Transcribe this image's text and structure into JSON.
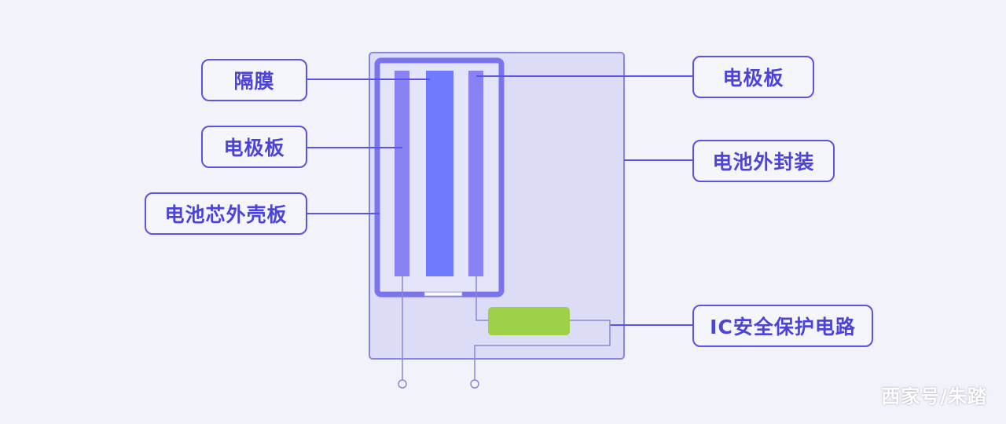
{
  "labels": {
    "separator": "隔膜",
    "electrode_left": "电极板",
    "cell_casing": "电池芯外壳板",
    "electrode_right": "电极板",
    "battery_package": "电池外封装",
    "ic_circuit": "IC安全保护电路"
  },
  "watermark": "西家号/朱踏",
  "colors": {
    "accent": "#5b52e6",
    "package_fill": "#dcdcf6",
    "casing_border": "#7b74ee",
    "electrode": "#8a82f2",
    "separator": "#6e7bff",
    "ic_chip": "#9ed04a",
    "wire": "#8c87d8"
  }
}
